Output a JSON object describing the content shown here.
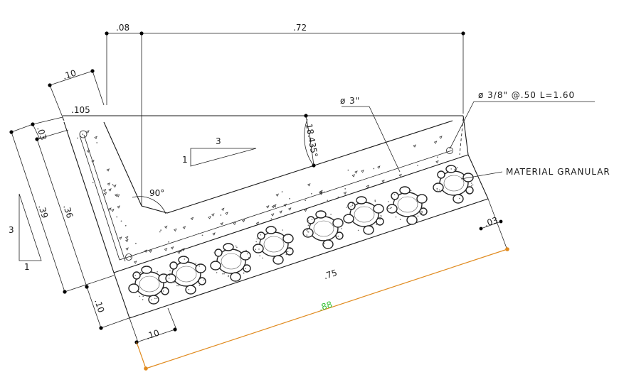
{
  "dimensions": {
    "top_left_offset": ".08",
    "top_width": ".72",
    "wall_thickness": ".10",
    "top_edge": ".105",
    "slope_angle": "18.435°",
    "left_small": ".03",
    "left_height_outer": ".39",
    "left_height_inner": ".36",
    "bottom_thickness": ".10",
    "base_width": ".75",
    "overall_length": ".88",
    "bottom_left": ".10",
    "right_small": ".03",
    "right_angle": "90°"
  },
  "slope_marks": {
    "top_run": "3",
    "top_rise": "1",
    "left_rise": "3",
    "left_run": "1"
  },
  "notes": {
    "pipe_diameter": "ø 3\"",
    "rebar": "ø 3/8\" @.50 L=1.60",
    "granular": "MATERIAL GRANULAR"
  },
  "colors": {
    "line": "#1a1a1a",
    "orange_dimension": "#e08a1e",
    "green_text": "#36c236"
  }
}
